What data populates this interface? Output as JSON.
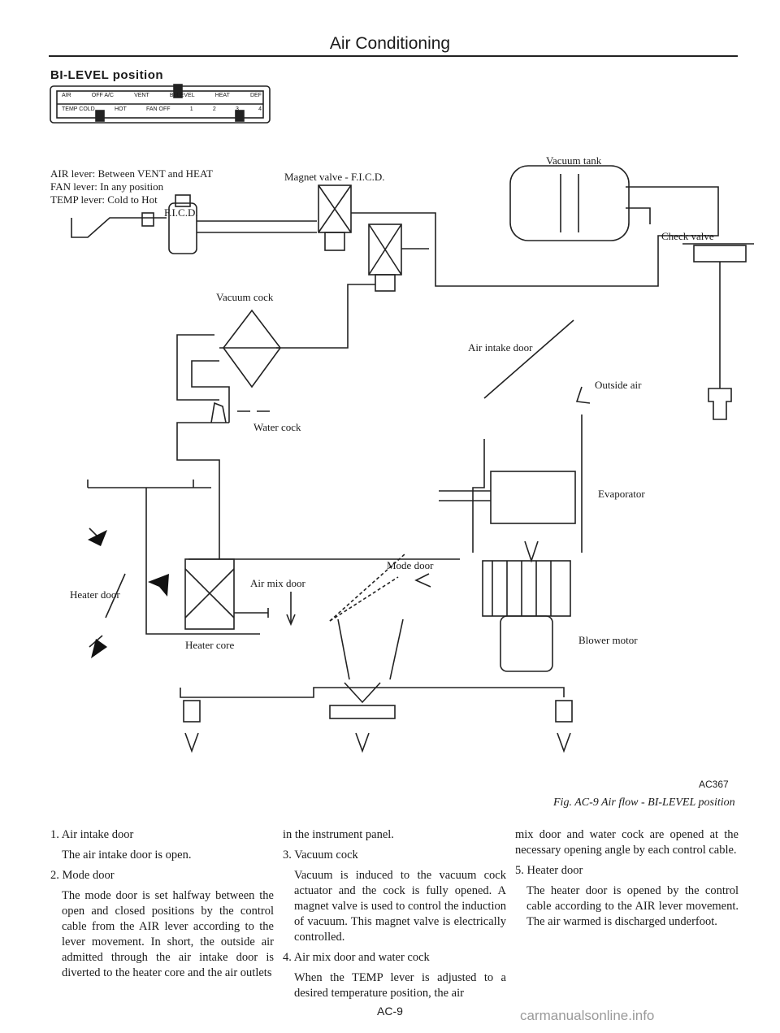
{
  "header": {
    "title": "Air Conditioning"
  },
  "section": {
    "title": "BI-LEVEL position"
  },
  "control_panel": {
    "row1": [
      "AIR",
      "OFF A/C",
      "VENT",
      "BI-LEVEL",
      "HEAT",
      "DEF"
    ],
    "row2": [
      "TEMP COLD",
      "HOT",
      "FAN OFF",
      "1",
      "2",
      "3",
      "4"
    ]
  },
  "lever_note": {
    "air": "AIR lever: Between VENT and HEAT",
    "fan": "FAN lever: In any position",
    "temp": "TEMP lever: Cold to Hot"
  },
  "figure": {
    "labels": {
      "ficd": "F.I.C.D.",
      "magnet_valve": "Magnet valve - F.I.C.D.",
      "vacuum_tank": "Vacuum tank",
      "check_valve": "Check valve",
      "vacuum_cock": "Vacuum cock",
      "water_cock": "Water cock",
      "air_intake_door": "Air intake door",
      "outside_air": "Outside air",
      "evaporator": "Evaporator",
      "mode_door": "Mode door",
      "air_mix_door": "Air mix door",
      "heater_door": "Heater door",
      "heater_core": "Heater core",
      "blower_motor": "Blower motor"
    },
    "code": "AC367",
    "caption": "Fig. AC-9 Air flow - BI-LEVEL position"
  },
  "body": {
    "col1": [
      "1. Air intake door",
      "The air intake door is open.",
      "2. Mode door",
      "The mode door is set halfway between the open and closed positions by the control cable from the AIR lever according to the lever movement. In short, the outside air admitted through the air intake door is diverted to the heater core and the air outlets"
    ],
    "col2": [
      "in the instrument panel.",
      "3. Vacuum cock",
      "Vacuum is induced to the vacuum cock actuator and the cock is fully opened. A magnet valve is used to control the induction of vacuum. This magnet valve is electrically controlled.",
      "4. Air mix door and water cock",
      "When the TEMP lever is adjusted to a desired temperature position, the air"
    ],
    "col3": [
      "mix door and water cock are opened at the necessary opening angle by each control cable.",
      "5. Heater door",
      "The heater door is opened by the control cable according to the AIR lever movement. The air warmed is discharged underfoot."
    ]
  },
  "footer": {
    "page": "AC-9",
    "watermark": "carmanualsonline.info"
  }
}
